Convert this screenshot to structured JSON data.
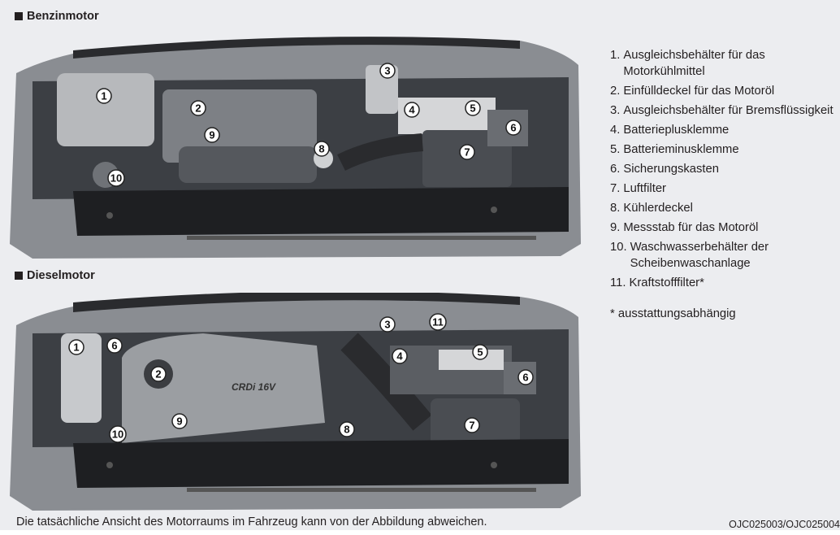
{
  "sections": {
    "petrol": {
      "title": "Benzinmotor",
      "callouts": [
        "1",
        "2",
        "3",
        "4",
        "5",
        "6",
        "7",
        "8",
        "9",
        "10"
      ]
    },
    "diesel": {
      "title": "Dieselmotor",
      "engine_cover_text": "CRDi 16V",
      "callouts": [
        "1",
        "6",
        "2",
        "9",
        "10",
        "8",
        "3",
        "11",
        "4",
        "5",
        "6",
        "7"
      ]
    }
  },
  "legend": {
    "items": [
      {
        "num": "1.",
        "text": "Ausgleichsbehälter für das Motorkühlmittel"
      },
      {
        "num": "2.",
        "text": "Einfülldeckel für das Motoröl"
      },
      {
        "num": "3.",
        "text": "Ausgleichsbehälter für Bremsflüssigkeit"
      },
      {
        "num": "4.",
        "text": "Batterieplusklemme"
      },
      {
        "num": "5.",
        "text": "Batterieminusklemme"
      },
      {
        "num": "6.",
        "text": "Sicherungskasten"
      },
      {
        "num": "7.",
        "text": "Luftfilter"
      },
      {
        "num": "8.",
        "text": "Kühlerdeckel"
      },
      {
        "num": "9.",
        "text": "Messstab für das Motoröl"
      },
      {
        "num": "10.",
        "text": "Waschwasserbehälter der Scheibenwaschanlage"
      },
      {
        "num": "11.",
        "text": "Kraftstofffilter*"
      }
    ],
    "note": "* ausstattungsabhängig"
  },
  "caption": "Die tatsächliche Ansicht des Motorraums im Fahrzeug kann von der Abbildung abweichen.",
  "figure_code": "OJC025003/OJC025004"
}
